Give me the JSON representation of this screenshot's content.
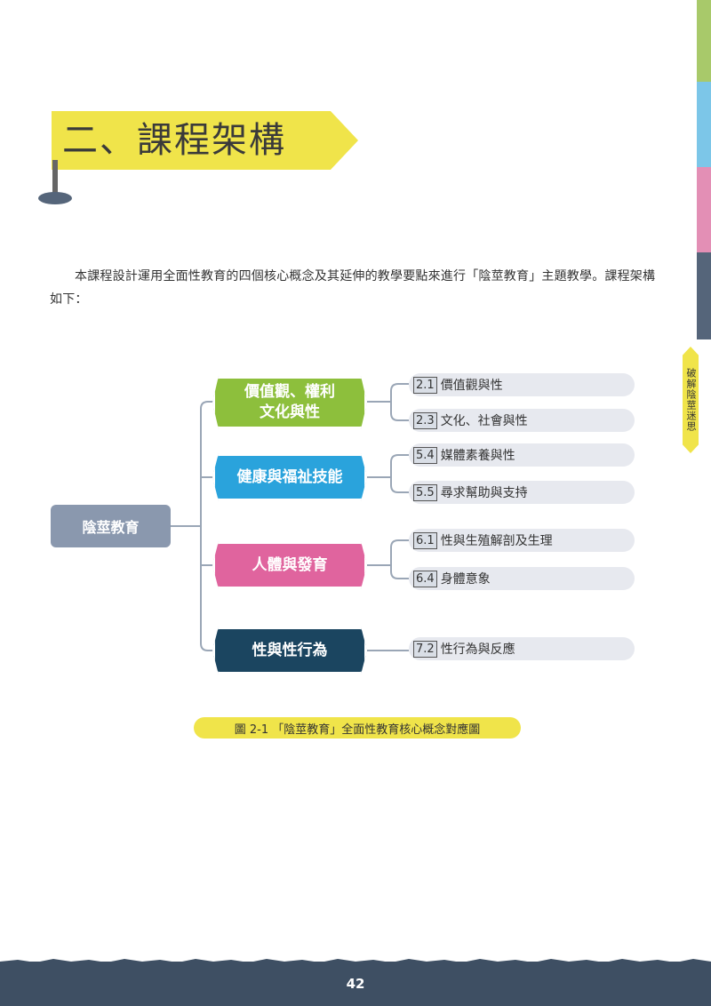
{
  "section_title": "二、課程架構",
  "side_tab_text": "破解陰莖迷思",
  "intro_text": "本課程設計運用全面性教育的四個核心概念及其延伸的教學要點來進行「陰莖教育」主題教學。課程架構如下：",
  "diagram": {
    "root": "陰莖教育",
    "categories": [
      {
        "label": "價值觀、權利\n文化與性",
        "color": "#8dbf3c",
        "items": [
          {
            "num": "2.1",
            "text": "價值觀與性"
          },
          {
            "num": "2.3",
            "text": "文化、社會與性"
          }
        ]
      },
      {
        "label": "健康與福祉技能",
        "color": "#2aa3dc",
        "items": [
          {
            "num": "5.4",
            "text": "媒體素養與性"
          },
          {
            "num": "5.5",
            "text": "尋求幫助與支持"
          }
        ]
      },
      {
        "label": "人體與發育",
        "color": "#e0649e",
        "items": [
          {
            "num": "6.1",
            "text": "性與生殖解剖及生理"
          },
          {
            "num": "6.4",
            "text": "身體意象"
          }
        ]
      },
      {
        "label": "性與性行為",
        "color": "#1b4560",
        "items": [
          {
            "num": "7.2",
            "text": "性行為與反應"
          }
        ]
      }
    ]
  },
  "caption": "圖 2-1 「陰莖教育」全面性教育核心概念對應圖",
  "page_number": "42",
  "colors": {
    "accent_yellow": "#f0e44a",
    "strip": [
      "#a8c96a",
      "#7cc6e8",
      "#e38fb5",
      "#55657a"
    ],
    "footer": "#3e4f63"
  }
}
